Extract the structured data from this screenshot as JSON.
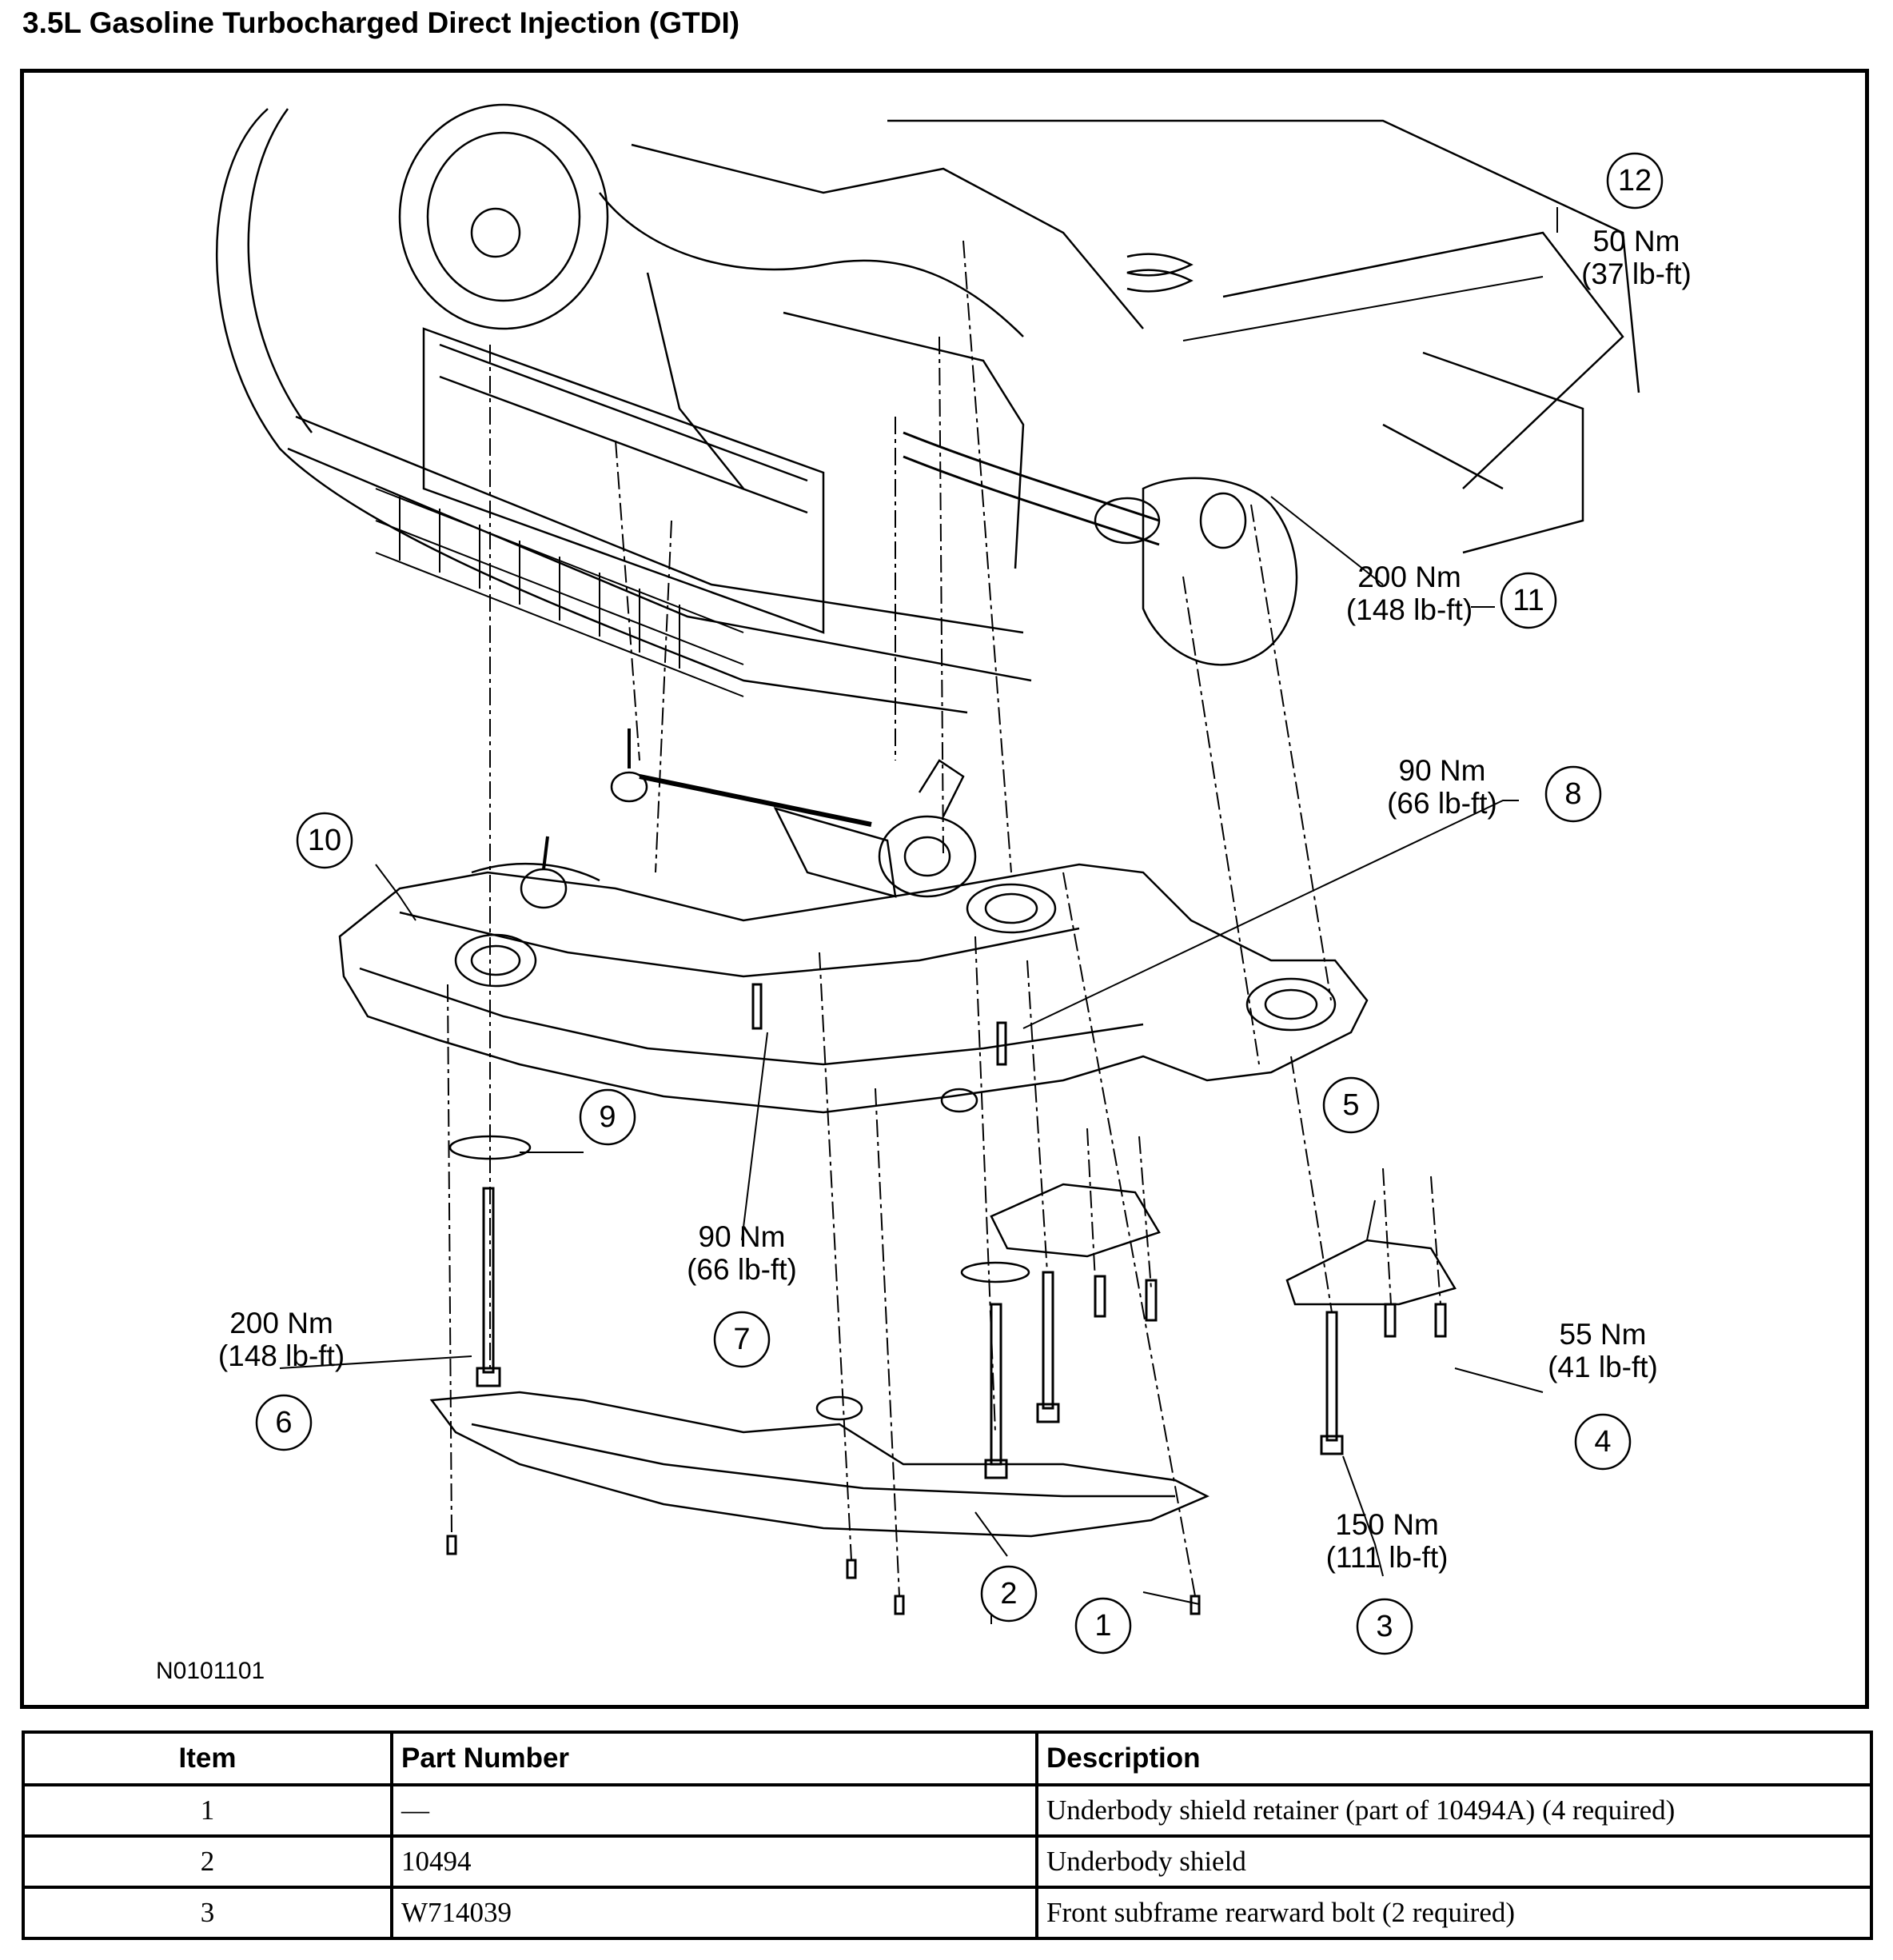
{
  "heading": "3.5L Gasoline Turbocharged Direct Injection (GTDI)",
  "figure": {
    "id": "N0101101",
    "callouts": [
      {
        "num": "1",
        "torque": []
      },
      {
        "num": "2",
        "torque": []
      },
      {
        "num": "3",
        "torque": [
          "150 Nm",
          "(111 lb-ft)"
        ]
      },
      {
        "num": "4",
        "torque": [
          "55 Nm",
          "(41 lb-ft)"
        ]
      },
      {
        "num": "5",
        "torque": []
      },
      {
        "num": "6",
        "torque": [
          "200 Nm",
          "(148 lb-ft)"
        ]
      },
      {
        "num": "7",
        "torque": [
          "90 Nm",
          "(66 lb-ft)"
        ]
      },
      {
        "num": "8",
        "torque": [
          "90 Nm",
          "(66 lb-ft)"
        ]
      },
      {
        "num": "9",
        "torque": []
      },
      {
        "num": "10",
        "torque": []
      },
      {
        "num": "11",
        "torque": [
          "200 Nm",
          "(148 lb-ft)"
        ]
      },
      {
        "num": "12",
        "torque": [
          "50 Nm",
          "(37 lb-ft)"
        ]
      }
    ]
  },
  "table": {
    "headers": {
      "item": "Item",
      "part_number": "Part Number",
      "description": "Description"
    },
    "rows": [
      {
        "item": "1",
        "part_number": "—",
        "description": "Underbody shield retainer (part of 10494A) (4 required)"
      },
      {
        "item": "2",
        "part_number": "10494",
        "description": "Underbody shield"
      },
      {
        "item": "3",
        "part_number": "W714039",
        "description": "Front subframe rearward bolt (2 required)"
      }
    ]
  }
}
